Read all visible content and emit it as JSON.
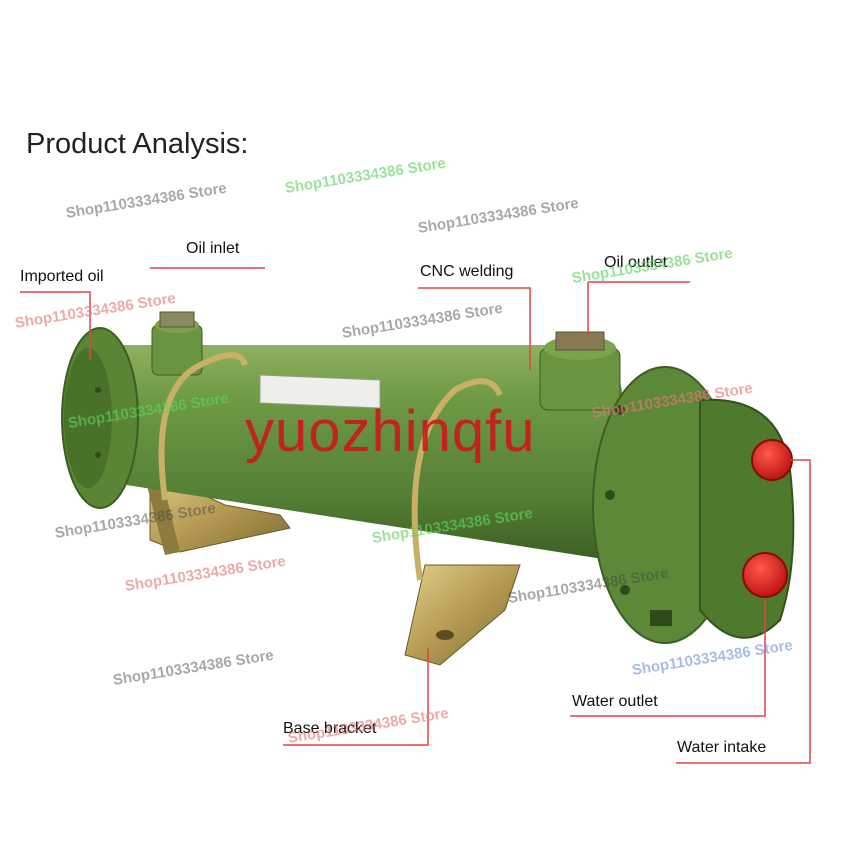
{
  "title": "Product Analysis:",
  "labels": {
    "imported_oil": "Imported oil",
    "oil_inlet": "Oil inlet",
    "cnc_welding": "CNC welding",
    "oil_outlet": "Oil outlet",
    "water_outlet": "Water outlet",
    "base_bracket": "Base bracket",
    "water_intake": "Water intake"
  },
  "brand": "yuozhinqfu",
  "watermark": "Shop1103334386 Store",
  "colors": {
    "body": "#5f8a3a",
    "body_dark": "#3f6428",
    "cap_red": "#e02020",
    "bracket": "#b59a52",
    "leader_line": "#e04545",
    "brand": "#cd1419"
  }
}
